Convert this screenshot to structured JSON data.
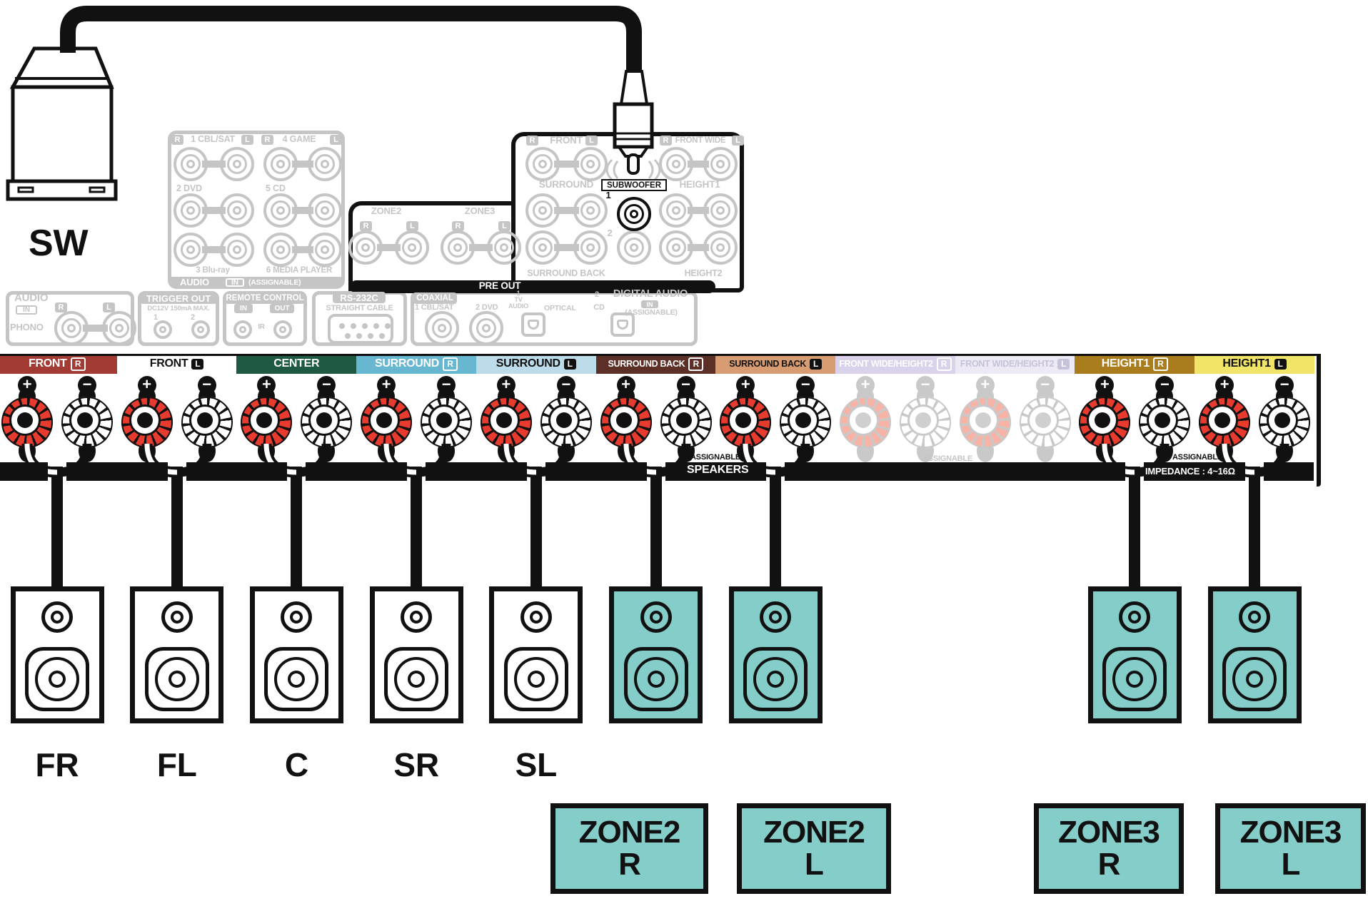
{
  "sw_label": "SW",
  "analog_in": {
    "title": "AUDIO",
    "in": "IN",
    "assignable": "(ASSIGNABLE)",
    "r": "R",
    "l": "L",
    "inputs": [
      "1 CBL/SAT",
      "4 GAME",
      "2 DVD",
      "5 CD",
      "3 Blu-ray",
      "6 MEDIA PLAYER"
    ]
  },
  "pre_out": {
    "bar": "PRE OUT",
    "r": "R",
    "l": "L",
    "zone2": "ZONE2",
    "zone3": "ZONE3",
    "front": "FRONT",
    "front_wide": "FRONT WIDE",
    "surround": "SURROUND",
    "height1": "HEIGHT1",
    "surround_back": "SURROUND BACK",
    "height2": "HEIGHT2",
    "subwoofer": "SUBWOOFER",
    "sub_1": "1",
    "sub_2": "2"
  },
  "io": {
    "audio": "AUDIO",
    "audio_in": "IN",
    "phono": "PHONO",
    "r": "R",
    "l": "L",
    "trigger_title": "TRIGGER OUT",
    "trigger_spec": "DC12V 150mA MAX.",
    "t1": "1",
    "t2": "2",
    "remote_title": "REMOTE CONTROL",
    "remote_in": "IN",
    "remote_out": "OUT",
    "ir": "IR",
    "rs232": "RS-232C",
    "rs232_sub": "STRAIGHT CABLE",
    "coaxial": "COAXIAL",
    "coax_1": "1 CBL/SAT",
    "coax_2": "2 DVD",
    "tv_1": "1",
    "tv_2": "TV",
    "tv_3": "AUDIO",
    "optical": "OPTICAL",
    "cd_1": "2",
    "cd_2": "CD",
    "digital_audio": "DIGITAL AUDIO",
    "digital_in": "IN",
    "digital_assignable": "(ASSIGNABLE)"
  },
  "terminals": {
    "assignable": "ASSIGNABLE",
    "speakers": "SPEAKERS",
    "impedance": "IMPEDANCE : 4~16Ω",
    "plus": "+",
    "minus": "−",
    "channels": [
      {
        "name": "FRONT",
        "side": "R",
        "bg": "#A23B34",
        "fg": "#FFFFFF",
        "chip": "outline",
        "active": true
      },
      {
        "name": "FRONT",
        "side": "L",
        "bg": "#FFFFFF",
        "fg": "#111111",
        "chip": "solid",
        "chip_bg": "#111111",
        "active": true
      },
      {
        "name": "CENTER",
        "side": "",
        "bg": "#1E5941",
        "fg": "#FFFFFF",
        "chip": "",
        "active": true
      },
      {
        "name": "SURROUND",
        "side": "R",
        "bg": "#68B7D0",
        "fg": "#FFFFFF",
        "chip": "outline",
        "active": true
      },
      {
        "name": "SURROUND",
        "side": "L",
        "bg": "#BCDCE9",
        "fg": "#111111",
        "chip": "solid",
        "chip_bg": "#111111",
        "active": true
      },
      {
        "name": "SURROUND BACK",
        "side": "R",
        "bg": "#5C3026",
        "fg": "#FFFFFF",
        "chip": "outline",
        "active": true
      },
      {
        "name": "SURROUND BACK",
        "side": "L",
        "bg": "#D89C73",
        "fg": "#111111",
        "chip": "solid",
        "chip_bg": "#111111",
        "active": true
      },
      {
        "name": "FRONT WIDE/HEIGHT2",
        "side": "R",
        "bg": "#D9D2EA",
        "fg": "#FFFFFF",
        "chip": "outline",
        "active": false
      },
      {
        "name": "FRONT WIDE/HEIGHT2",
        "side": "L",
        "bg": "#EEEAF5",
        "fg": "#C6C2D9",
        "chip": "solid",
        "chip_bg": "#C6C2D9",
        "active": false
      },
      {
        "name": "HEIGHT1",
        "side": "R",
        "bg": "#A97C1E",
        "fg": "#FFFFFF",
        "chip": "outline",
        "active": true
      },
      {
        "name": "HEIGHT1",
        "side": "L",
        "bg": "#F0E568",
        "fg": "#111111",
        "chip": "solid",
        "chip_bg": "#111111",
        "active": true
      }
    ]
  },
  "speakers": {
    "front_labels": [
      "FR",
      "FL",
      "C",
      "SR",
      "SL"
    ],
    "zone_labels": [
      [
        "ZONE2",
        "R"
      ],
      [
        "ZONE2",
        "L"
      ],
      [
        "ZONE3",
        "R"
      ],
      [
        "ZONE3",
        "L"
      ]
    ],
    "teal": "#84CDC9"
  },
  "colors": {
    "post_red": "#E63B2E",
    "gray": "#C5C5C5",
    "ink": "#111111"
  }
}
